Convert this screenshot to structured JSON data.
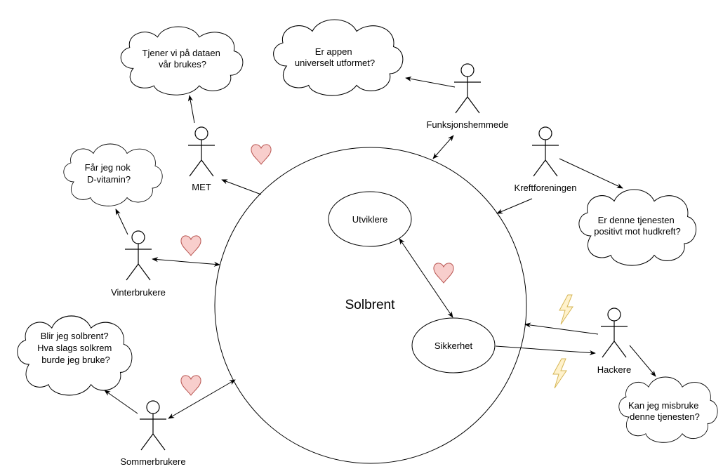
{
  "center": {
    "label": "Solbrent"
  },
  "inner_nodes": [
    {
      "id": "utviklere",
      "label": "Utviklere"
    },
    {
      "id": "sikkerhet",
      "label": "Sikkerhet"
    }
  ],
  "actors": [
    {
      "id": "met",
      "label": "MET"
    },
    {
      "id": "funksjonshemmede",
      "label": "Funksjonshemmede"
    },
    {
      "id": "kreftforeningen",
      "label": "Kreftforeningen"
    },
    {
      "id": "vinterbrukere",
      "label": "Vinterbrukere"
    },
    {
      "id": "sommerbrukere",
      "label": "Sommerbrukere"
    },
    {
      "id": "hackere",
      "label": "Hackere"
    }
  ],
  "clouds": [
    {
      "id": "met-question",
      "lines": [
        "Tjener vi på dataen",
        "vår brukes?"
      ]
    },
    {
      "id": "funk-question",
      "lines": [
        "Er appen",
        "universelt utformet?"
      ]
    },
    {
      "id": "kreft-question",
      "lines": [
        "Er denne tjenesten",
        "positivt mot hudkreft?"
      ]
    },
    {
      "id": "vinter-question",
      "lines": [
        "Får jeg nok",
        "D-vitamin?"
      ]
    },
    {
      "id": "sommer-question",
      "lines": [
        "Blir jeg solbrent?",
        "Hva slags solkrem",
        "burde jeg bruke?"
      ]
    },
    {
      "id": "hacker-question",
      "lines": [
        "Kan jeg misbruke",
        "denne tjenesten?"
      ]
    }
  ],
  "icons": {
    "heart_color": "#f8cecc",
    "heart_stroke": "#b85450",
    "lightning_color": "#fff2cc",
    "lightning_stroke": "#d6b656"
  }
}
